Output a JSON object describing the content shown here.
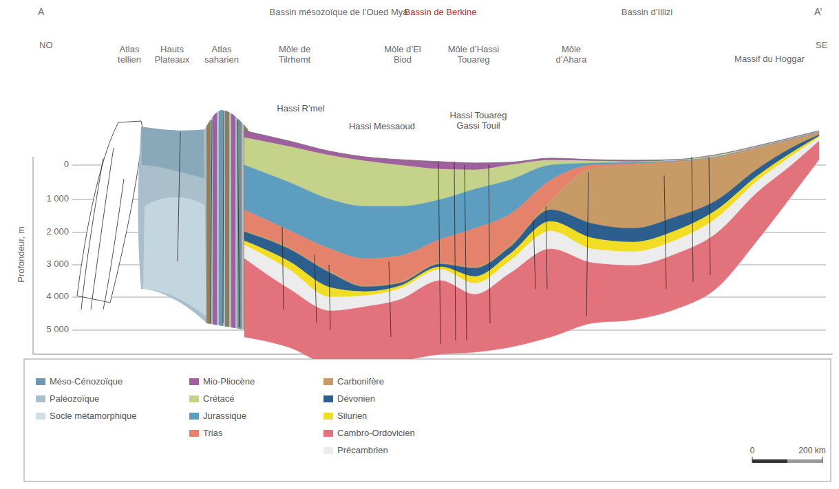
{
  "diagram": {
    "labels": [
      "A",
      "Bassin mésozoïque de l’Oued Mya",
      "Bassin de Berkine",
      "Bassin d’Illizi",
      "A’",
      "NO",
      "Atlas tellien",
      "Hauts Plateaux",
      "Atlas saharien",
      "Môle de Tilrhemt",
      "Môle d’El Biod",
      "Môle d’Hassi Touareg",
      "Môle d’Ahara",
      "Massif du Hoggar",
      "SE",
      "Hassi R’mel",
      "Hassi Messaoud",
      "Hassi Touareg Gassi Touil",
      "0",
      "1 000",
      "2 000",
      "3 000",
      "4 000",
      "5 000",
      "Profondeur, m",
      "0",
      "200 km"
    ],
    "legend": [
      {
        "text": "Méso-Cénozoïque",
        "color": "#6f97ad"
      },
      {
        "text": "Paléozoïque",
        "color": "#a9bfcb"
      },
      {
        "text": "Socle métamorphique",
        "color": "#cfdee7"
      },
      {
        "text": "Mio-Pliocène",
        "color": "#a0609f"
      },
      {
        "text": "Crétacé",
        "color": "#c5d38a"
      },
      {
        "text": "Jurassique",
        "color": "#5d9ec0"
      },
      {
        "text": "Trias",
        "color": "#e5826b"
      },
      {
        "text": "Carbonifère",
        "color": "#c89a66"
      },
      {
        "text": "Dévonien",
        "color": "#2c5f8e"
      },
      {
        "text": "Silurien",
        "color": "#f2dd26"
      },
      {
        "text": "Cambro-Ordovicien",
        "color": "#e2737d"
      },
      {
        "text": "Précambrien",
        "color": "#ececec"
      }
    ]
  }
}
